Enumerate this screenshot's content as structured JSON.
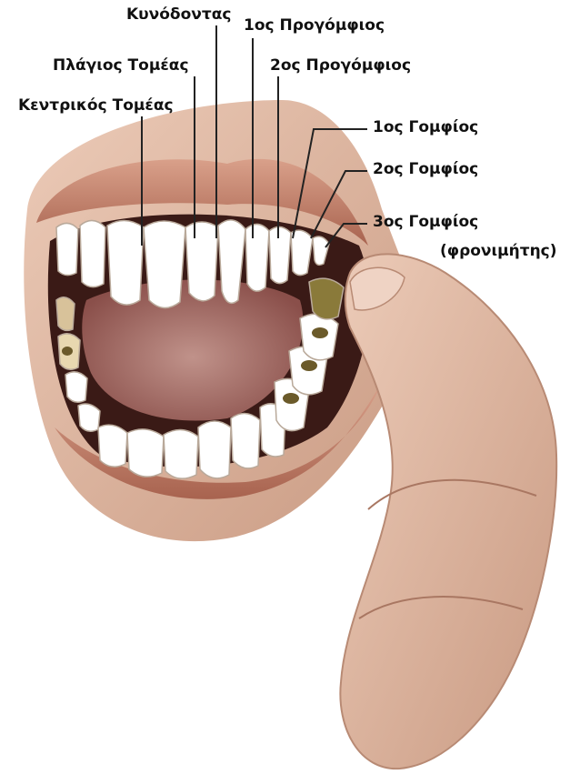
{
  "labels": {
    "kynodontas": "Κυνόδοντας",
    "protos_progomfios": "1ος Προγόμφιος",
    "plagios_tomeas": "Πλάγιος Τομέας",
    "defteros_progomfios": "2ος Προγόμφιος",
    "kentrikos_tomeas": "Κεντρικός Τομέας",
    "protos_gomfios": "1ος Γομφίος",
    "defteros_gomfios": "2ος Γομφίος",
    "tritos_gomfios": "3ος Γομφίος",
    "fronimitis": "(φρονιμήτης)"
  },
  "colors": {
    "background": "#ffffff",
    "lip": "#c98d74",
    "lip_shadow": "#a5624e",
    "skin": "#e0b8a4",
    "mouth_interior": "#3a1a16",
    "tongue": "#a8706a",
    "tooth": "#ffffff",
    "tooth_outline": "#b9a99a",
    "molar_decay": "#6b5a2a",
    "leader_line": "#222222",
    "label_text": "#111111"
  }
}
